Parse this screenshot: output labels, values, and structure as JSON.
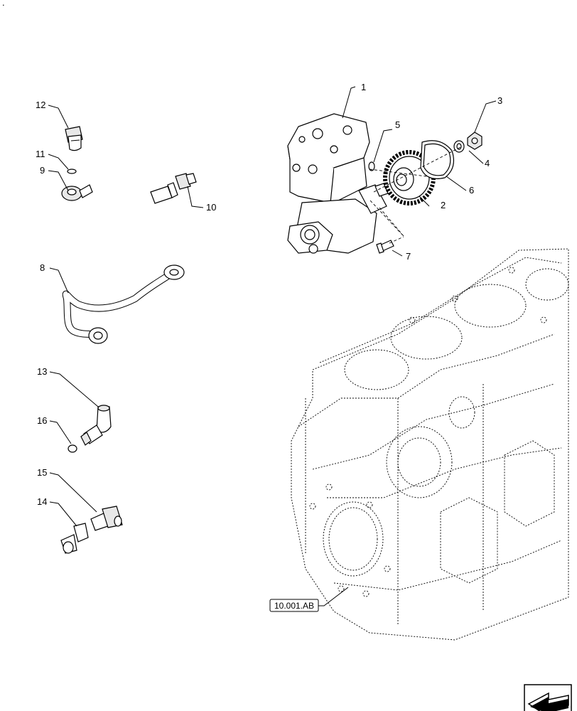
{
  "diagram": {
    "callouts": {
      "c1": "1",
      "c2": "2",
      "c3": "3",
      "c4": "4",
      "c5": "5",
      "c6": "6",
      "c7": "7",
      "c8": "8",
      "c9": "9",
      "c10": "10",
      "c11": "11",
      "c12": "12",
      "c13": "13",
      "c14": "14",
      "c15": "15",
      "c16": "16"
    },
    "reference": "10.001.AB",
    "corner_mark": "."
  }
}
